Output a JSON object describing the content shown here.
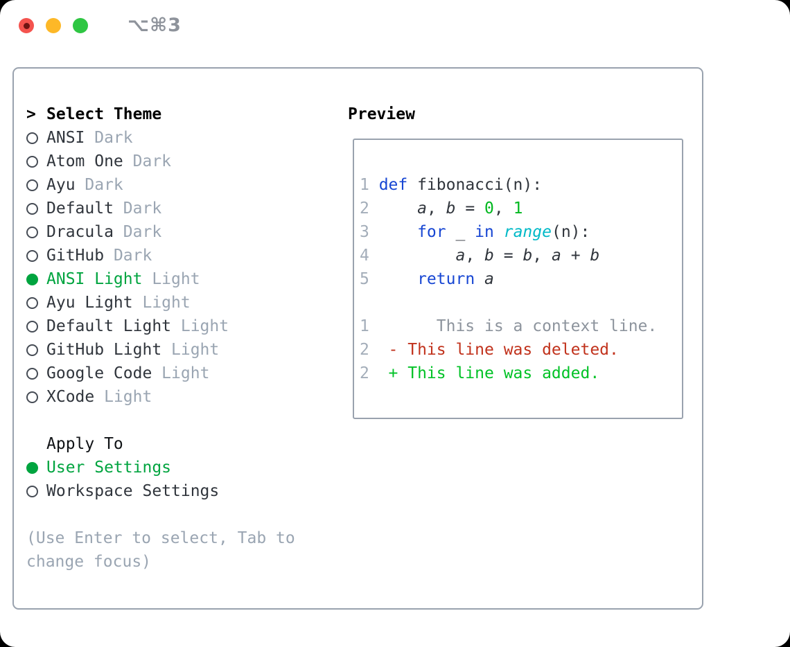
{
  "colors": {
    "accent_green": "#00a43f",
    "keyword_blue": "#1746d3",
    "function_cyan": "#00b9c7",
    "number_green": "#00b81f",
    "deleted_red": "#c1321c",
    "added_green": "#00c226",
    "context_gray": "#8d949d",
    "muted_gray": "#9aa5b2",
    "text_dark": "#30353c",
    "line_number_gray": "#a3adb9",
    "panel_border": "#99a2ae",
    "title_gray": "#8e939b",
    "traffic_red": "#f4534e",
    "traffic_red_dot": "#6e1412",
    "traffic_yellow": "#fdb827",
    "traffic_green": "#2fc643"
  },
  "window": {
    "title": "⌥⌘3"
  },
  "theme_picker": {
    "prompt": ">",
    "header": "Select Theme",
    "items": [
      {
        "name": "ANSI",
        "badge": "Dark",
        "selected": false
      },
      {
        "name": "Atom One",
        "badge": "Dark",
        "selected": false
      },
      {
        "name": "Ayu",
        "badge": "Dark",
        "selected": false
      },
      {
        "name": "Default",
        "badge": "Dark",
        "selected": false
      },
      {
        "name": "Dracula",
        "badge": "Dark",
        "selected": false
      },
      {
        "name": "GitHub",
        "badge": "Dark",
        "selected": false
      },
      {
        "name": "ANSI Light",
        "badge": "Light",
        "selected": true
      },
      {
        "name": "Ayu Light",
        "badge": "Light",
        "selected": false
      },
      {
        "name": "Default Light",
        "badge": "Light",
        "selected": false
      },
      {
        "name": "GitHub Light",
        "badge": "Light",
        "selected": false
      },
      {
        "name": "Google Code",
        "badge": "Light",
        "selected": false
      },
      {
        "name": "XCode",
        "badge": "Light",
        "selected": false
      }
    ]
  },
  "apply_to": {
    "header": "Apply To",
    "options": [
      {
        "label": "User Settings",
        "selected": true
      },
      {
        "label": "Workspace Settings",
        "selected": false
      }
    ]
  },
  "hint": "(Use Enter to select, Tab to change focus)",
  "preview": {
    "header": "Preview",
    "code_lines": [
      {
        "num": "1",
        "tokens": [
          [
            "kw",
            "def"
          ],
          [
            "plain",
            " fibonacci(n):"
          ]
        ]
      },
      {
        "num": "2",
        "tokens": [
          [
            "plain",
            "    "
          ],
          [
            "var",
            "a"
          ],
          [
            "plain",
            ", "
          ],
          [
            "var",
            "b"
          ],
          [
            "plain",
            " = "
          ],
          [
            "lit",
            "0"
          ],
          [
            "plain",
            ", "
          ],
          [
            "lit",
            "1"
          ]
        ]
      },
      {
        "num": "3",
        "tokens": [
          [
            "plain",
            "    "
          ],
          [
            "kw",
            "for"
          ],
          [
            "plain",
            " _ "
          ],
          [
            "kw",
            "in"
          ],
          [
            "plain",
            " "
          ],
          [
            "fn",
            "range"
          ],
          [
            "plain",
            "(n):"
          ]
        ]
      },
      {
        "num": "4",
        "tokens": [
          [
            "plain",
            "        "
          ],
          [
            "var",
            "a"
          ],
          [
            "plain",
            ", "
          ],
          [
            "var",
            "b"
          ],
          [
            "plain",
            " = "
          ],
          [
            "var",
            "b"
          ],
          [
            "plain",
            ", "
          ],
          [
            "var",
            "a"
          ],
          [
            "plain",
            " + "
          ],
          [
            "var",
            "b"
          ]
        ]
      },
      {
        "num": "5",
        "tokens": [
          [
            "plain",
            "    "
          ],
          [
            "kw",
            "return"
          ],
          [
            "plain",
            " "
          ],
          [
            "var",
            "a"
          ]
        ]
      },
      {
        "num": "",
        "tokens": []
      },
      {
        "num": "1",
        "tokens": [
          [
            "ctx",
            "      This is a context line."
          ]
        ]
      },
      {
        "num": "2",
        "tokens": [
          [
            "del",
            " - This line was deleted."
          ]
        ]
      },
      {
        "num": "2",
        "tokens": [
          [
            "add",
            " + This line was added."
          ]
        ]
      }
    ]
  }
}
